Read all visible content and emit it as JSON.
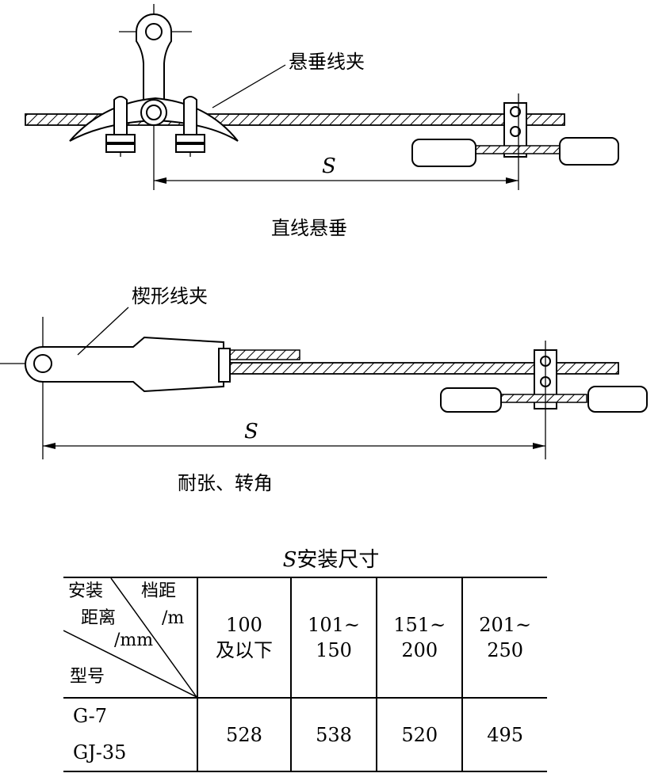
{
  "top_view": {
    "label_clamp": "悬垂线夹",
    "dimension": "S",
    "caption": "直线悬垂"
  },
  "bottom_view": {
    "label_clamp": "楔形线夹",
    "dimension": "S",
    "caption": "耐张、转角"
  },
  "table": {
    "title_var": "S",
    "title_text": "安装尺寸",
    "corner": {
      "top_right_1": "档距",
      "top_right_2": "/m",
      "top_left": "安装",
      "mid_1": "距离",
      "mid_2": "/mm",
      "bottom_left": "型号"
    },
    "columns": [
      {
        "line1": "100",
        "line2": "及以下"
      },
      {
        "line1": "101~",
        "line2": "150"
      },
      {
        "line1": "151~",
        "line2": "200"
      },
      {
        "line1": "201~",
        "line2": "250"
      }
    ],
    "row": {
      "model_1": "G-7",
      "model_2": "GJ-35",
      "values": [
        "528",
        "538",
        "520",
        "495"
      ]
    }
  }
}
